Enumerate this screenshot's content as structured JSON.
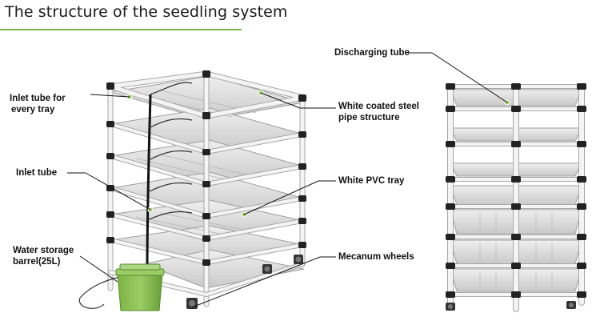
{
  "header": {
    "title": "The structure of the seedling system"
  },
  "labels": {
    "inlet_every_tray_line1": "Inlet tube for",
    "inlet_every_tray_line2": "every tray",
    "inlet_tube": "Inlet tube",
    "water_barrel_line1": "Water  storage",
    "water_barrel_line2": "barrel(25L)",
    "steel_pipe_line1": "White coated steel",
    "steel_pipe_line2": "pipe structure",
    "pvc_tray": "White PVC tray",
    "wheels": "Mecanum wheels",
    "discharging_tube": "Discharging tube"
  },
  "colors": {
    "title_rule": "#7cb342",
    "pipe": "#f2f2f2",
    "pipe_edge": "#a8a8a8",
    "connector": "#222222",
    "tray": "#d9d9d9",
    "bucket": "#8bc34a",
    "marker": "#9ccc65"
  }
}
